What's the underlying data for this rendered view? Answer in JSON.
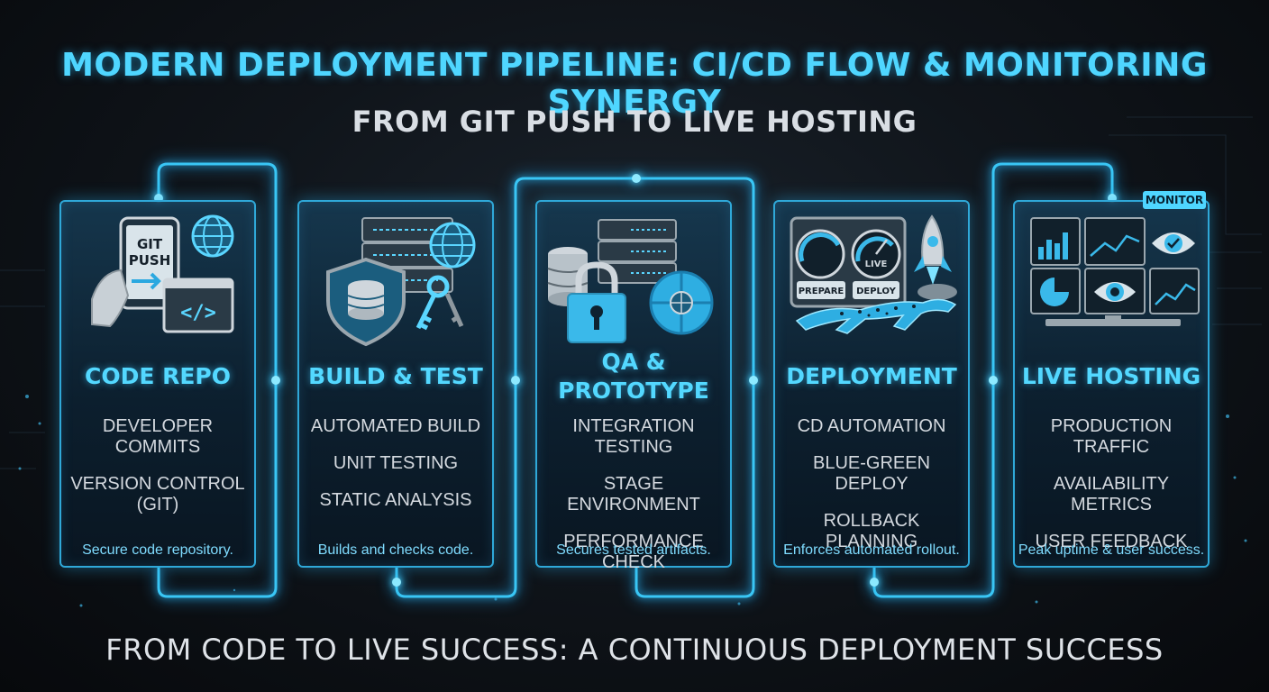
{
  "header": {
    "title": "MODERN DEPLOYMENT PIPELINE: CI/CD FLOW & MONITORING SYNERGY",
    "subtitle": "FROM GIT PUSH TO LIVE HOSTING"
  },
  "footer": {
    "text": "FROM CODE TO LIVE SUCCESS: A CONTINUOUS DEPLOYMENT SUCCESS"
  },
  "colors": {
    "accent": "#4fd6ff",
    "card_border": "#2fa8d8",
    "background": "#0b0e12"
  },
  "stages": [
    {
      "title": "CODE REPO",
      "icon": "git-push-icon",
      "icon_text": {
        "line1": "GIT",
        "line2": "PUSH"
      },
      "items": [
        "DEVELOPER COMMITS",
        "VERSION CONTROL (GIT)"
      ],
      "description": "Secure code repository."
    },
    {
      "title": "BUILD & TEST",
      "icon": "server-shield-icon",
      "items": [
        "AUTOMATED BUILD",
        "UNIT TESTING",
        "STATIC ANALYSIS"
      ],
      "description": "Builds and checks code."
    },
    {
      "title": "QA & PROTOTYPE",
      "title_line1": "QA &",
      "title_line2": "PROTOTYPE",
      "icon": "lock-puzzle-icon",
      "items": [
        "INTEGRATION TESTING",
        "STAGE ENVIRONMENT",
        "PERFORMANCE CHECK"
      ],
      "description": "Secures tested artifacts."
    },
    {
      "title": "DEPLOYMENT",
      "icon": "gauge-rocket-icon",
      "icon_text": {
        "gauge1": "PREPARE",
        "gauge2": "DEPLOY",
        "gauge_center": "LIVE"
      },
      "items": [
        "CD AUTOMATION",
        "BLUE-GREEN DEPLOY",
        "ROLLBACK PLANNING"
      ],
      "description": "Enforces automated rollout."
    },
    {
      "title": "LIVE HOSTING",
      "icon": "monitor-dashboard-icon",
      "icon_text": {
        "tag": "MONITOR"
      },
      "items": [
        "PRODUCTION TRAFFIC",
        "AVAILABILITY METRICS",
        "USER FEEDBACK"
      ],
      "description": "Peak uptime & user success."
    }
  ]
}
